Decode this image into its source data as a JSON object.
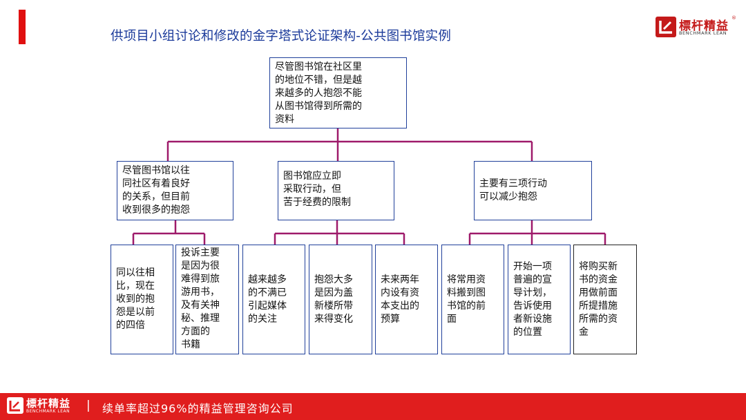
{
  "header": {
    "title": "供项目小组讨论和修改的金字塔式论证架构-公共图书馆实例"
  },
  "logo": {
    "name_cn": "標杆精益",
    "name_en": "BENCHMARK LEAN",
    "reg_mark": "®"
  },
  "diagram": {
    "root": "尽管图书馆在社区里\n的地位不错，但是越\n来越多的人抱怨不能\n从图书馆得到所需的\n资料",
    "level2": [
      {
        "text": "尽管图书馆以往\n同社区有着良好\n的关系，但目前\n收到很多的抱怨",
        "children": [
          "同以往相\n比，现在\n收到的抱\n怨是以前\n的四倍",
          "投诉主要\n是因为很\n难得到旅\n游用书，\n及有关神\n秘、推理\n方面的\n书籍"
        ]
      },
      {
        "text": "图书馆应立即\n采取行动，但\n苦于经费的限制",
        "children": [
          "越来越多\n的不满已\n引起媒体\n的关注",
          "抱怨大多\n是因为盖\n新楼所带\n来得变化",
          "未来两年\n内设有资\n本支出的\n预算"
        ]
      },
      {
        "text": "主要有三项行动\n可以减少抱怨",
        "children": [
          "将常用资\n料搬到图\n书馆的前\n面",
          "开始一项\n普遍的宣\n导计划，\n告诉使用\n者新设施\n的位置",
          "将购买新\n书的资金\n用做前面\n所提措施\n所需的资\n金"
        ]
      }
    ],
    "colors": {
      "connector": "#9e1a6a",
      "box_border": "#1f3f9a",
      "title": "#1b3a9a",
      "brand_red": "#e01e1e"
    }
  },
  "footer": {
    "logo_cn": "標杆精益",
    "logo_en": "BENCHMARK LEAN",
    "separator": "|",
    "slogan": "续单率超过96%的精益管理咨询公司"
  }
}
